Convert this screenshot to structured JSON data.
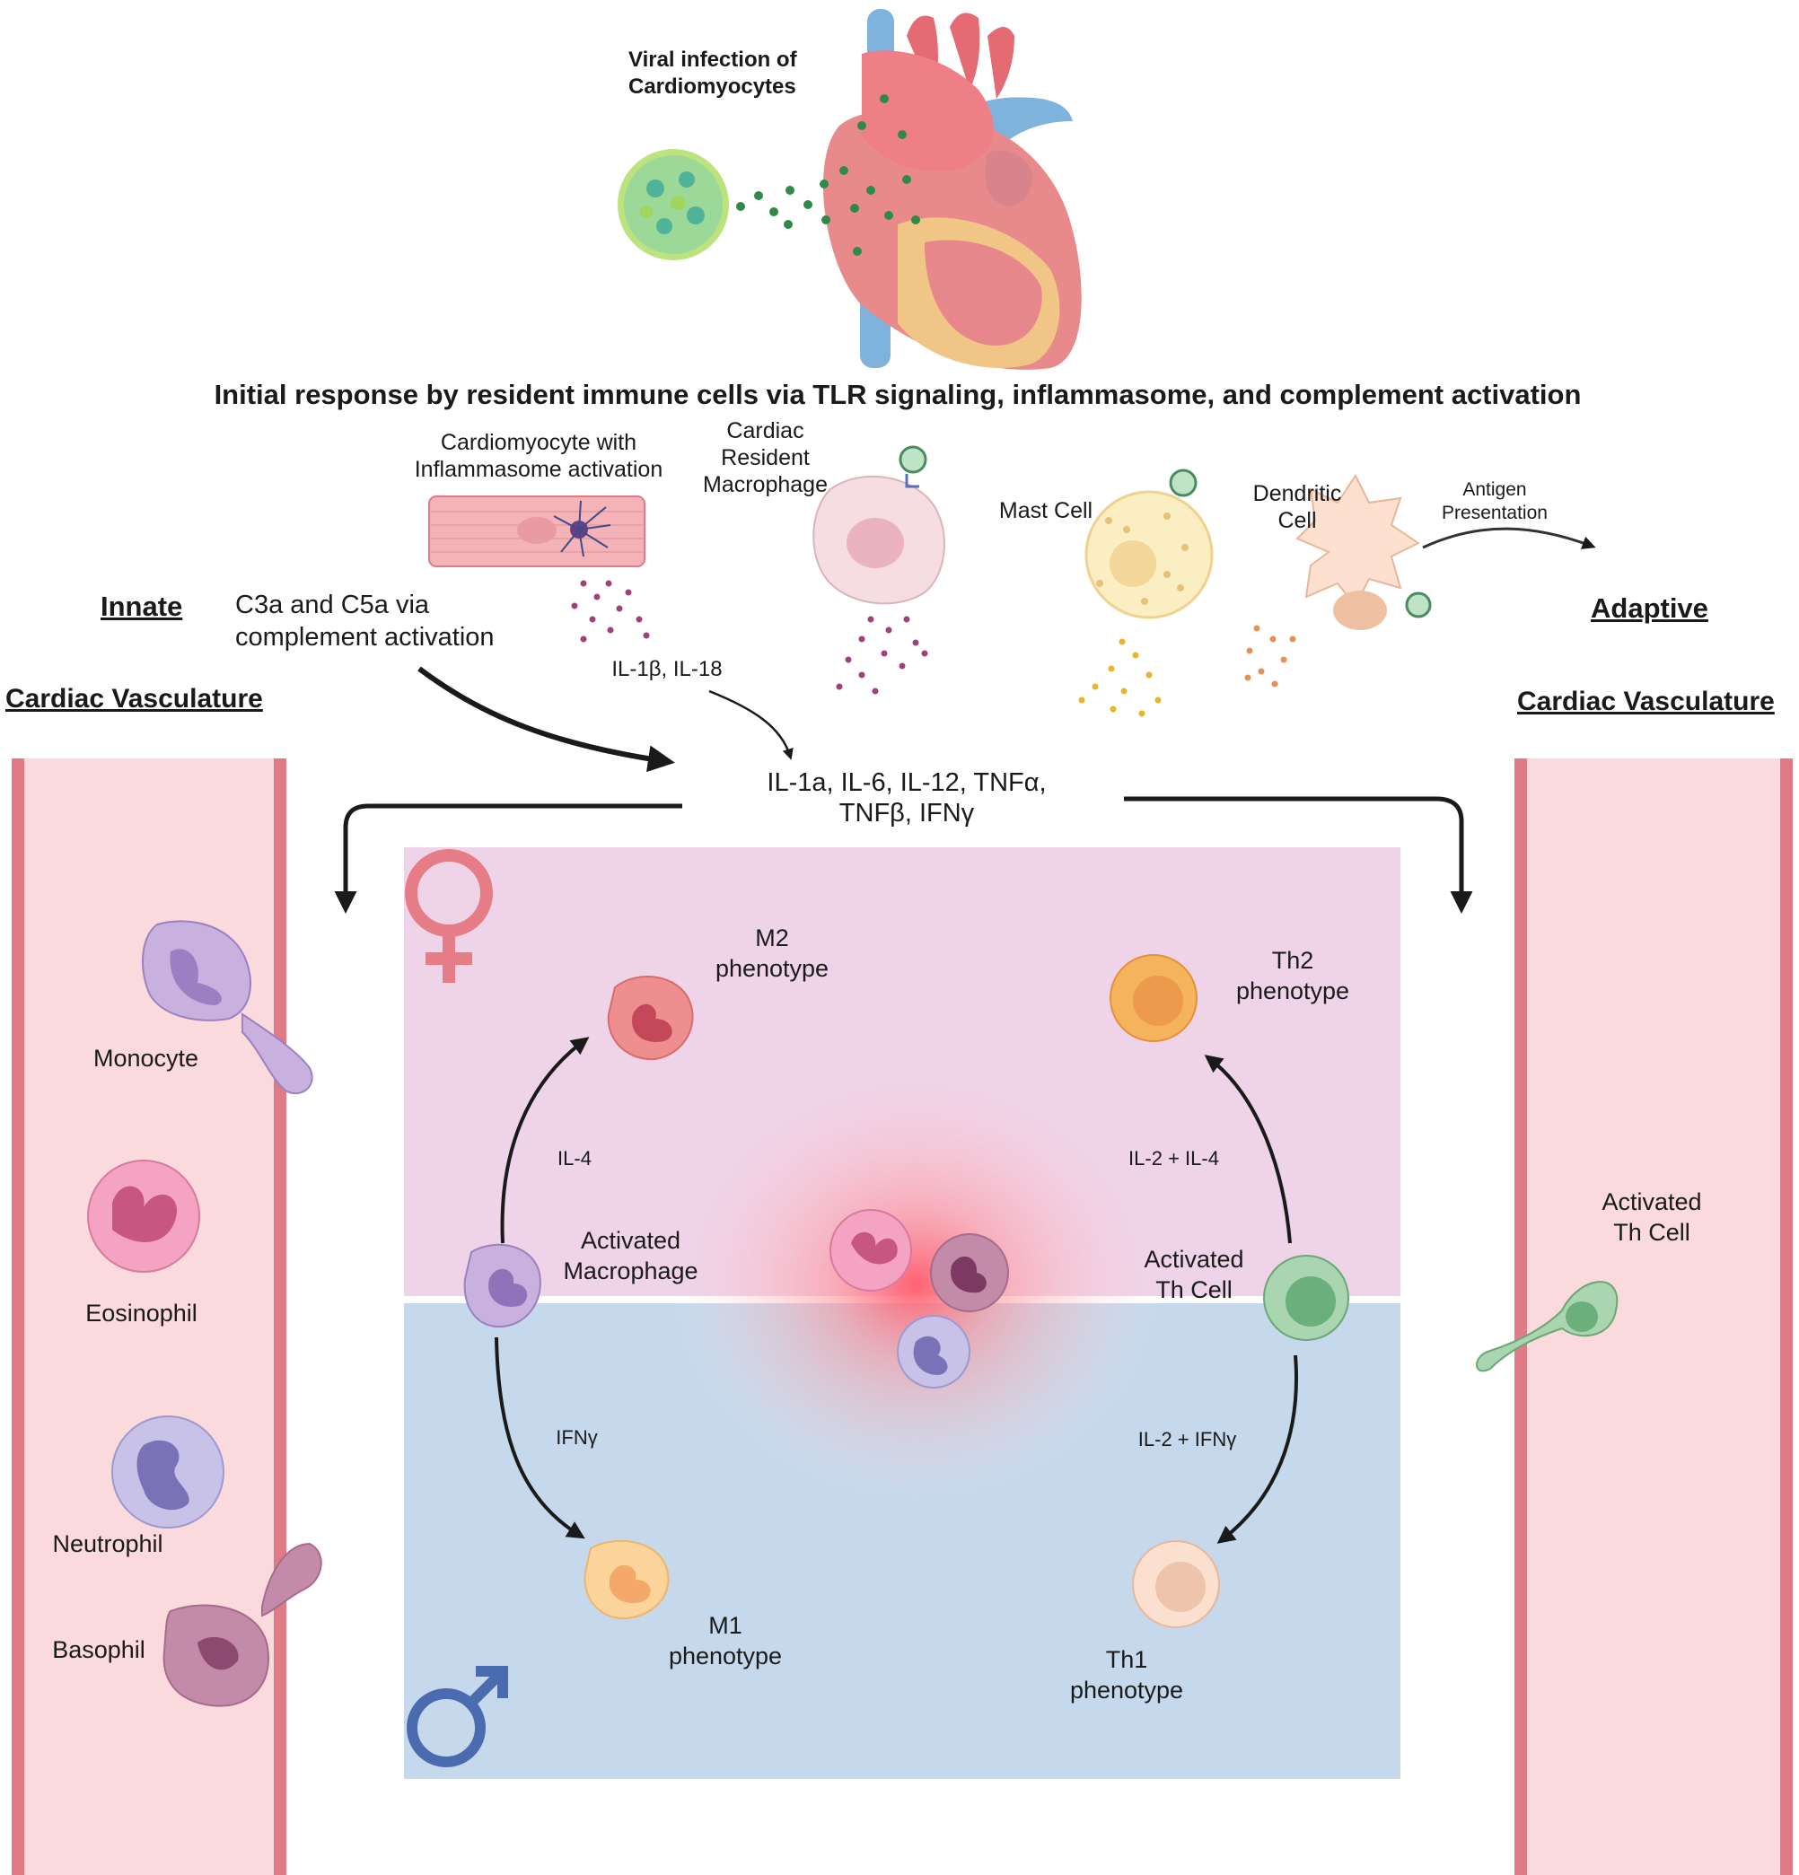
{
  "top": {
    "viral_infection": "Viral infection of\nCardiomyocytes",
    "initial_response": "Initial response by resident immune cells via TLR signaling, inflammasome, and complement activation"
  },
  "resident_cells": {
    "cardiomyocyte": "Cardiomyocyte with\nInflammasome activation",
    "macrophage": "Cardiac\nResident\nMacrophage",
    "mast_cell": "Mast Cell",
    "dendritic_cell": "Dendritic\nCell",
    "antigen_presentation": "Antigen\nPresentation"
  },
  "side_labels": {
    "innate": "Innate",
    "adaptive": "Adaptive",
    "vasculature_left": "Cardiac Vasculature",
    "vasculature_right": "Cardiac Vasculature"
  },
  "signals": {
    "complement": "C3a and C5a via\ncomplement activation",
    "il1b_il18": "IL-1β, IL-18",
    "cytokines": "IL-1a, IL-6, IL-12, TNFα,\nTNFβ, IFNγ",
    "il4": "IL-4",
    "ifng": "IFNγ",
    "il2_il4": "IL-2 + IL-4",
    "il2_ifng": "IL-2 + IFNγ"
  },
  "left_vessel": {
    "monocyte": "Monocyte",
    "eosinophil": "Eosinophil",
    "neutrophil": "Neutrophil",
    "basophil": "Basophil"
  },
  "right_vessel": {
    "activated_th": "Activated\nTh Cell"
  },
  "panel": {
    "female_color": "#efd3e8",
    "male_color": "#c6d9ec",
    "m2": "M2\nphenotype",
    "th2": "Th2\nphenotype",
    "activated_macrophage": "Activated\nMacrophage",
    "activated_th_cell": "Activated\nTh Cell",
    "m1": "M1\nphenotype",
    "th1": "Th1\nphenotype"
  },
  "icons": [
    "heart-icon",
    "virus-icon",
    "female-symbol-icon",
    "male-symbol-icon"
  ]
}
